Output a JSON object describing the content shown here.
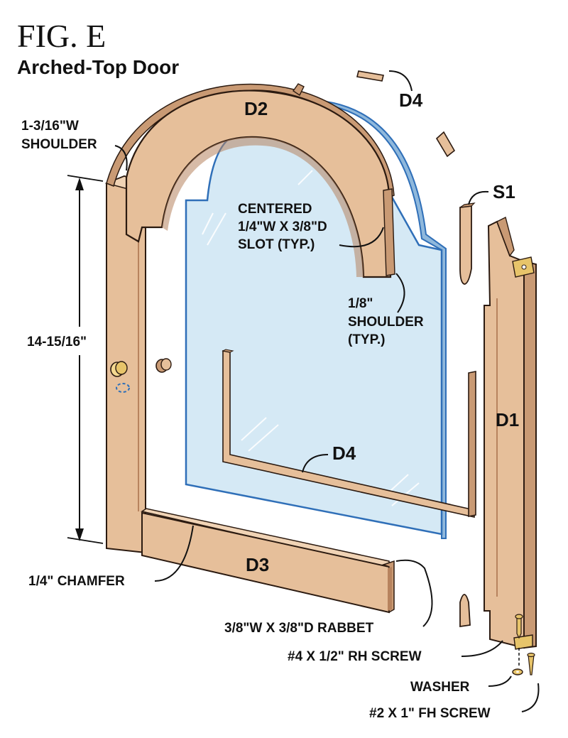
{
  "figure": {
    "number": "FIG. E",
    "title": "Arched-Top Door"
  },
  "parts": {
    "d1": "D1",
    "d2": "D2",
    "d3": "D3",
    "d4_top": "D4",
    "d4_glass": "D4",
    "s1": "S1"
  },
  "callouts": {
    "shoulder_top": [
      "1-3/16\"W",
      "SHOULDER"
    ],
    "height": "14-15/16\"",
    "slot": [
      "CENTERED",
      "1/4\"W X 3/8\"D",
      "SLOT (TYP.)"
    ],
    "shoulder_small": [
      "1/8\"",
      "SHOULDER",
      "(TYP.)"
    ],
    "chamfer": "1/4\" CHAMFER",
    "rabbet": "3/8\"W X 3/8\"D RABBET",
    "rh_screw": "#4 X 1/2\" RH SCREW",
    "washer": "WASHER",
    "fh_screw": "#2 X 1\" FH SCREW"
  },
  "colors": {
    "wood": "#e6bf9a",
    "wood_dark": "#c99a74",
    "wood_shadow": "#b7835e",
    "glass": "#cfe6f4",
    "glass_edge": "#2f6fb8",
    "outline": "#2b1a10"
  }
}
